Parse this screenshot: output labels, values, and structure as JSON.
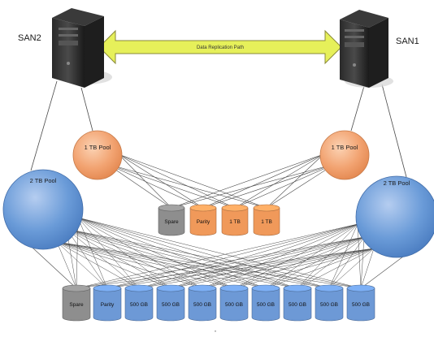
{
  "servers": {
    "left": {
      "label": "SAN2",
      "icon": "server-tower-icon"
    },
    "right": {
      "label": "SAN1",
      "icon": "server-tower-icon"
    }
  },
  "replication": {
    "label": "Data Replication Path",
    "color": "#e6f05a"
  },
  "pools": {
    "left_1tb": "1 TB Pool",
    "right_1tb": "1 TB Pool",
    "left_2tb": "2 TB Pool",
    "right_2tb": "2 TB Pool"
  },
  "small_group": {
    "disks": [
      "Spare",
      "Parity",
      "1 TB",
      "1 TB"
    ],
    "colors": [
      "#8e8e8e",
      "#f0995a",
      "#f0995a",
      "#f0995a"
    ]
  },
  "large_group": {
    "disks": [
      "Spare",
      "Parity",
      "500 GB",
      "500 GB",
      "500 GB",
      "500 GB",
      "500 GB",
      "500 GB",
      "500 GB",
      "500 GB"
    ],
    "colors": [
      "#8e8e8e",
      "#6d99d6",
      "#6d99d6",
      "#6d99d6",
      "#6d99d6",
      "#6d99d6",
      "#6d99d6",
      "#6d99d6",
      "#6d99d6",
      "#6d99d6"
    ]
  },
  "colors": {
    "orange_pool": "#f2a371",
    "blue_pool": "#6a9bd8",
    "link_line": "#4a4a4a"
  }
}
